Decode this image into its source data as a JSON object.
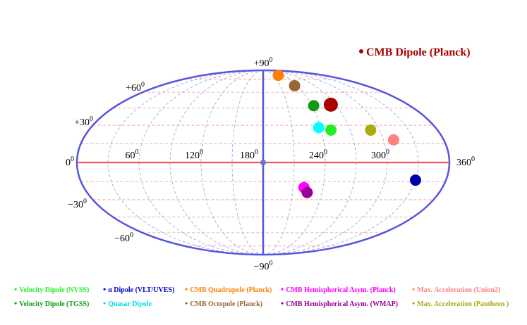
{
  "chart_data": {
    "type": "scatter",
    "projection": "Mollweide (sky map)",
    "title": "CMB Dipole (Planck)",
    "title_color": "#aa0000",
    "x_axis": {
      "range": [
        0,
        360
      ],
      "ticks": [
        {
          "value": 0,
          "label": "0",
          "sup": "0"
        },
        {
          "value": 60,
          "label": "60",
          "sup": "0"
        },
        {
          "value": 120,
          "label": "120",
          "sup": "0"
        },
        {
          "value": 180,
          "label": "180",
          "sup": "0"
        },
        {
          "value": 240,
          "label": "240",
          "sup": "0"
        },
        {
          "value": 300,
          "label": "300",
          "sup": "0"
        },
        {
          "value": 360,
          "label": "360",
          "sup": "0"
        }
      ]
    },
    "y_axis": {
      "range": [
        -90,
        90
      ],
      "ticks": [
        {
          "value": 90,
          "label": "+90",
          "sup": "0"
        },
        {
          "value": 60,
          "label": "+60",
          "sup": "0"
        },
        {
          "value": 30,
          "label": "+30",
          "sup": "0"
        },
        {
          "value": -30,
          "label": "−30",
          "sup": "0"
        },
        {
          "value": -60,
          "label": "−60",
          "sup": "0"
        },
        {
          "value": -90,
          "label": "−90",
          "sup": "0"
        }
      ]
    },
    "grid": true,
    "colors": {
      "outline": "#5555dd",
      "equator": "#ee5555",
      "meridian_grid": "#9999ee",
      "parallel_grid": "#ee9999",
      "central_meridian": "#5555dd"
    },
    "points": [
      {
        "name": "CMB Dipole (Planck)",
        "l": 264,
        "b": 48,
        "color": "#aa0000",
        "r": 10
      },
      {
        "name": "Velocity Dipole (NVSS)",
        "l": 250,
        "b": 26,
        "color": "#22ee22",
        "r": 8
      },
      {
        "name": "α Dipole (VLT/UVES)",
        "l": 330,
        "b": -14,
        "color": "#0000aa",
        "r": 8
      },
      {
        "name": "CMB Quadrupole (Planck)",
        "l": 225,
        "b": 80,
        "color": "#ff8000",
        "r": 8
      },
      {
        "name": "CMB Hemispherical Asym. (Planck)",
        "l": 221,
        "b": -20,
        "color": "#ff00ff",
        "r": 8
      },
      {
        "name": "Max. Acceleration (Union2)",
        "l": 310,
        "b": 18,
        "color": "#ff8080",
        "r": 8
      },
      {
        "name": "Velocity Dipole (TGSS)",
        "l": 242,
        "b": 47,
        "color": "#119911",
        "r": 8
      },
      {
        "name": "Quasar Dipole",
        "l": 238,
        "b": 28,
        "color": "#00ffff",
        "r": 8
      },
      {
        "name": "CMB Octopole (Planck)",
        "l": 235,
        "b": 67,
        "color": "#996633",
        "r": 8
      },
      {
        "name": "CMB Hemispherical Asym. (WMAP)",
        "l": 225,
        "b": -24,
        "color": "#990099",
        "r": 8
      },
      {
        "name": "Max. Acceleration (Pantheon )",
        "l": 291,
        "b": 26,
        "color": "#aaaa11",
        "r": 8
      }
    ],
    "legend": [
      {
        "label": "Velocity Dipole (NVSS)",
        "color": "#22ee22"
      },
      {
        "label": "α Dipole (VLT/UVES)",
        "color": "#0000cc"
      },
      {
        "label": "CMB Quadrupole (Planck)",
        "color": "#ff8000"
      },
      {
        "label": "CMB Hemispherical Asym. (Planck)",
        "color": "#ff00ff"
      },
      {
        "label": "Max. Acceleration (Union2)",
        "color": "#ff8080"
      },
      {
        "label": "Velocity Dipole (TGSS)",
        "color": "#119911"
      },
      {
        "label": "Quasar Dipole",
        "color": "#00dddd"
      },
      {
        "label": "CMB Octopole (Planck)",
        "color": "#996633"
      },
      {
        "label": "CMB Hemispherical Asym. (WMAP)",
        "color": "#990099"
      },
      {
        "label": "Max. Acceleration (Pantheon )",
        "color": "#aaaa11"
      }
    ],
    "legend_placement": "bottom"
  }
}
